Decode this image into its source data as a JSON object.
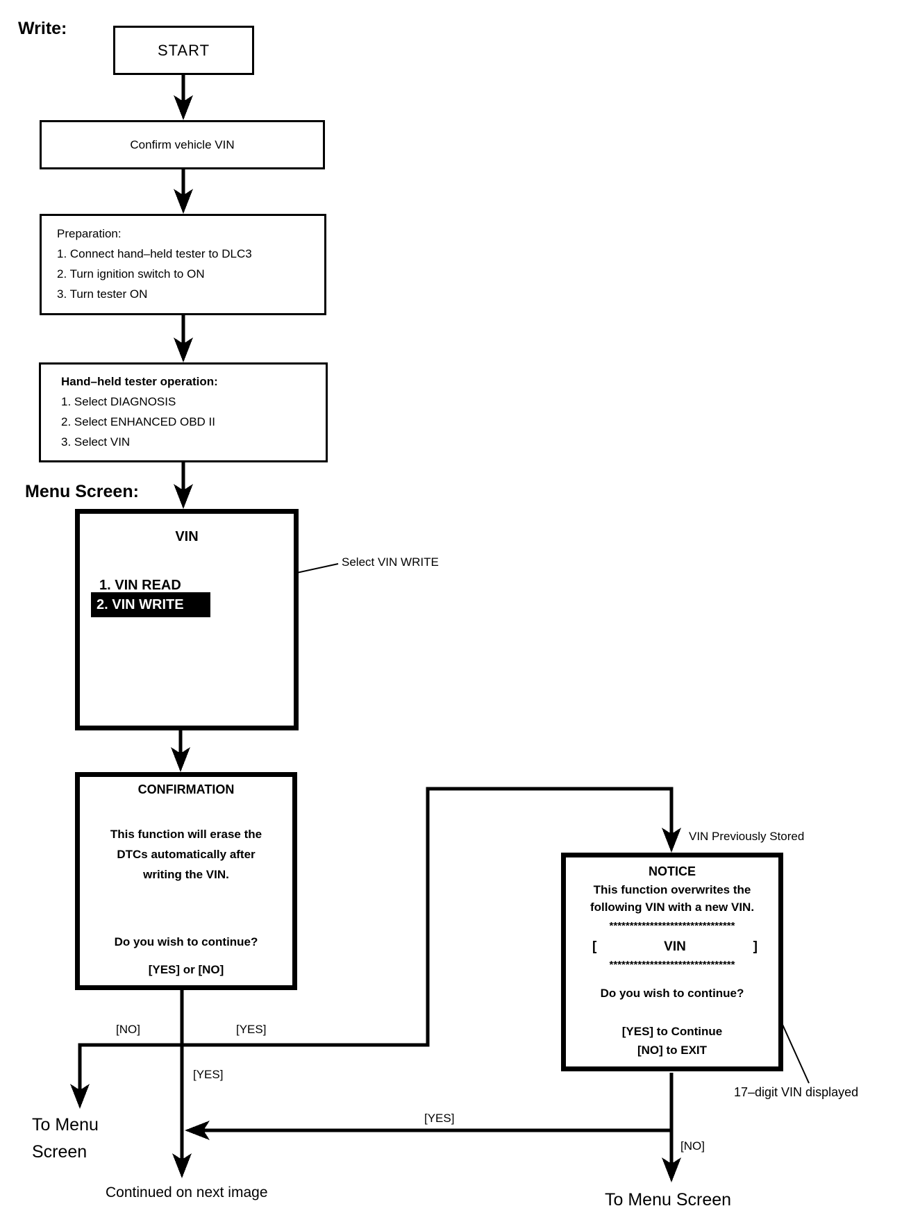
{
  "headings": {
    "write": "Write:",
    "menu_screen": "Menu Screen:"
  },
  "nodes": {
    "start": {
      "label": "START"
    },
    "confirm_vin": {
      "label": "Confirm vehicle VIN"
    },
    "preparation": {
      "title": "Preparation:",
      "steps": [
        "1. Connect hand–held tester to DLC3",
        "2. Turn ignition switch to ON",
        "3. Turn tester ON"
      ]
    },
    "tester_operation": {
      "title": "Hand–held tester operation:",
      "steps": [
        "1. Select DIAGNOSIS",
        "2. Select ENHANCED OBD II",
        "3. Select VIN"
      ]
    },
    "vin_menu": {
      "title": "VIN",
      "item_read": "1. VIN READ",
      "item_write": "2. VIN WRITE"
    },
    "confirmation": {
      "title": "CONFIRMATION",
      "body_lines": [
        "This function will erase the",
        "DTCs automatically after",
        "writing the VIN."
      ],
      "question": "Do you wish to continue?",
      "options": "[YES] or [NO]"
    },
    "notice": {
      "title": "NOTICE",
      "body_line1": "This function overwrites the",
      "body_line2": "following VIN with a new VIN.",
      "stars": "*******************************",
      "vin_bracket_open": "[",
      "vin_label": "VIN",
      "vin_bracket_close": "]",
      "question": "Do you wish to continue?",
      "option_yes": "[YES] to Continue",
      "option_no": "[NO] to EXIT"
    }
  },
  "annotations": {
    "select_vin_write": "Select VIN WRITE",
    "vin_previously_stored": "VIN Previously Stored",
    "vin_17_digit": "17–digit VIN displayed"
  },
  "edge_labels": {
    "confirm_no": "[NO]",
    "confirm_yes_right": "[YES]",
    "confirm_yes_down": "[YES]",
    "notice_yes_return": "[YES]",
    "notice_no": "[NO]"
  },
  "terminals": {
    "to_menu_left_line1": "To Menu",
    "to_menu_left_line2": "Screen",
    "continued_next_image": "Continued on next image",
    "to_menu_right": "To Menu Screen"
  },
  "colors": {
    "ink": "#000000",
    "paper": "#ffffff",
    "highlight_bg": "#000000",
    "highlight_text": "#ffffff"
  }
}
